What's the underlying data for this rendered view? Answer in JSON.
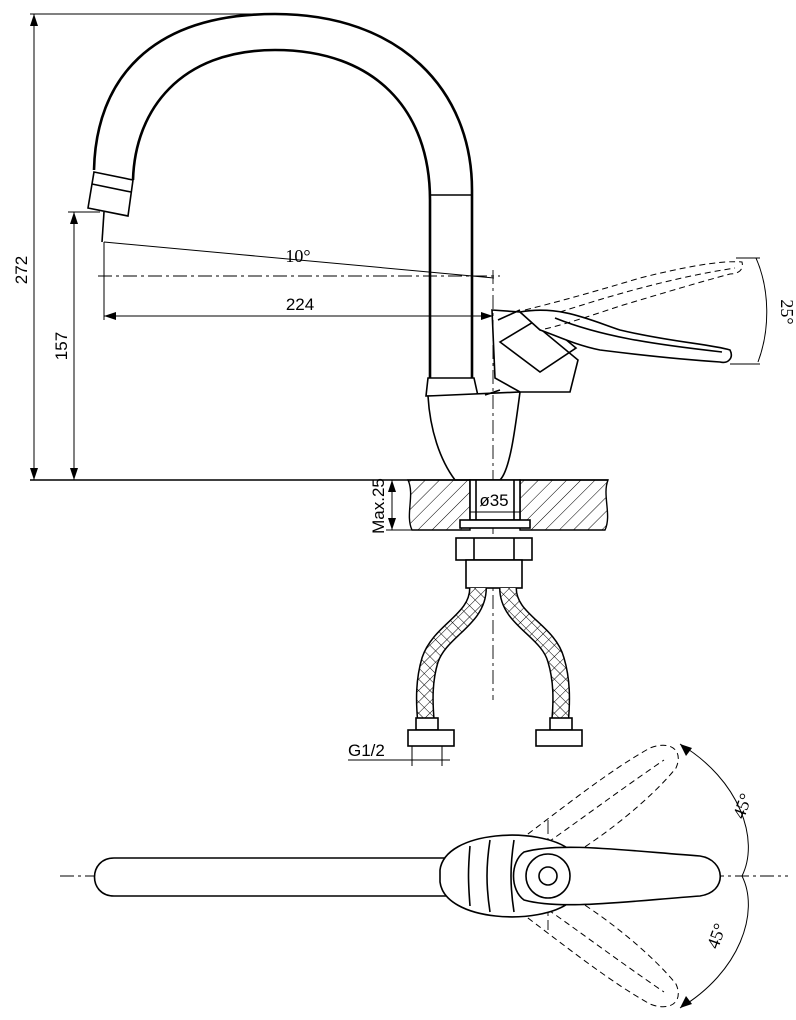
{
  "dimensions": {
    "height_total": "272",
    "height_spout": "157",
    "spout_angle": "10°",
    "spout_reach": "224",
    "lever_angle": "25°",
    "max_thickness": "Max.25",
    "hole_diameter": "ø35",
    "thread": "G1/2",
    "rotation_upper": "45°",
    "rotation_lower": "45°"
  }
}
